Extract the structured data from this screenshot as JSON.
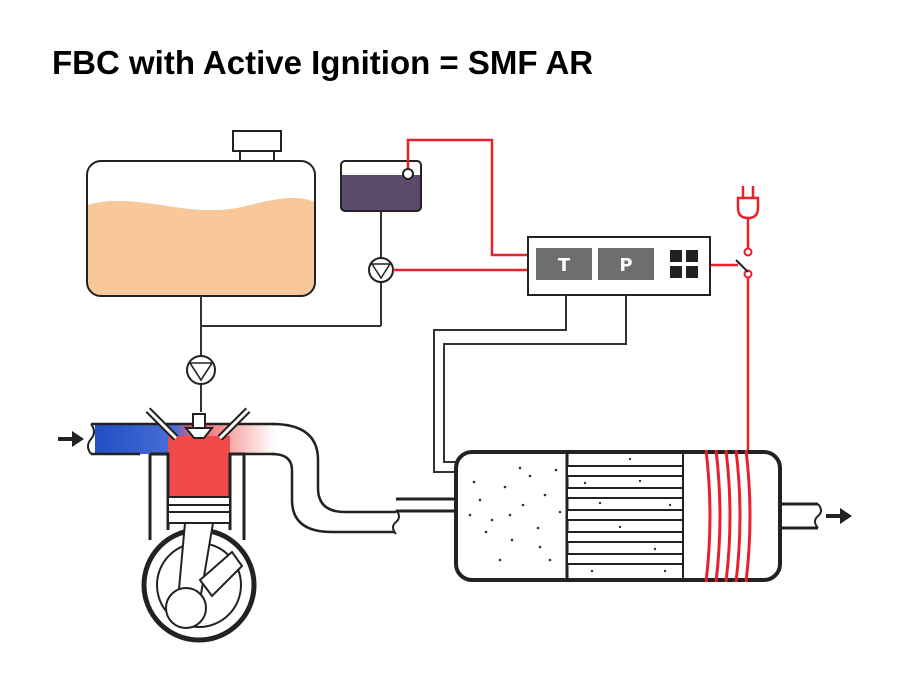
{
  "slide": {
    "title": "FBC with Active Ignition = SMF AR"
  },
  "controller": {
    "label_t": "T",
    "label_p": "P"
  },
  "colors": {
    "fuel": "#f8c79a",
    "additive": "#5c4a6c",
    "intake_blue": "#1f4fc4",
    "combustion_red": "#f04a4a",
    "heater_red": "#e8202a",
    "outline": "#222222",
    "control_box": "#6e6e6e"
  },
  "icons": [
    "plug-icon",
    "pump-icon",
    "switch-icon",
    "arrow-right-icon"
  ]
}
